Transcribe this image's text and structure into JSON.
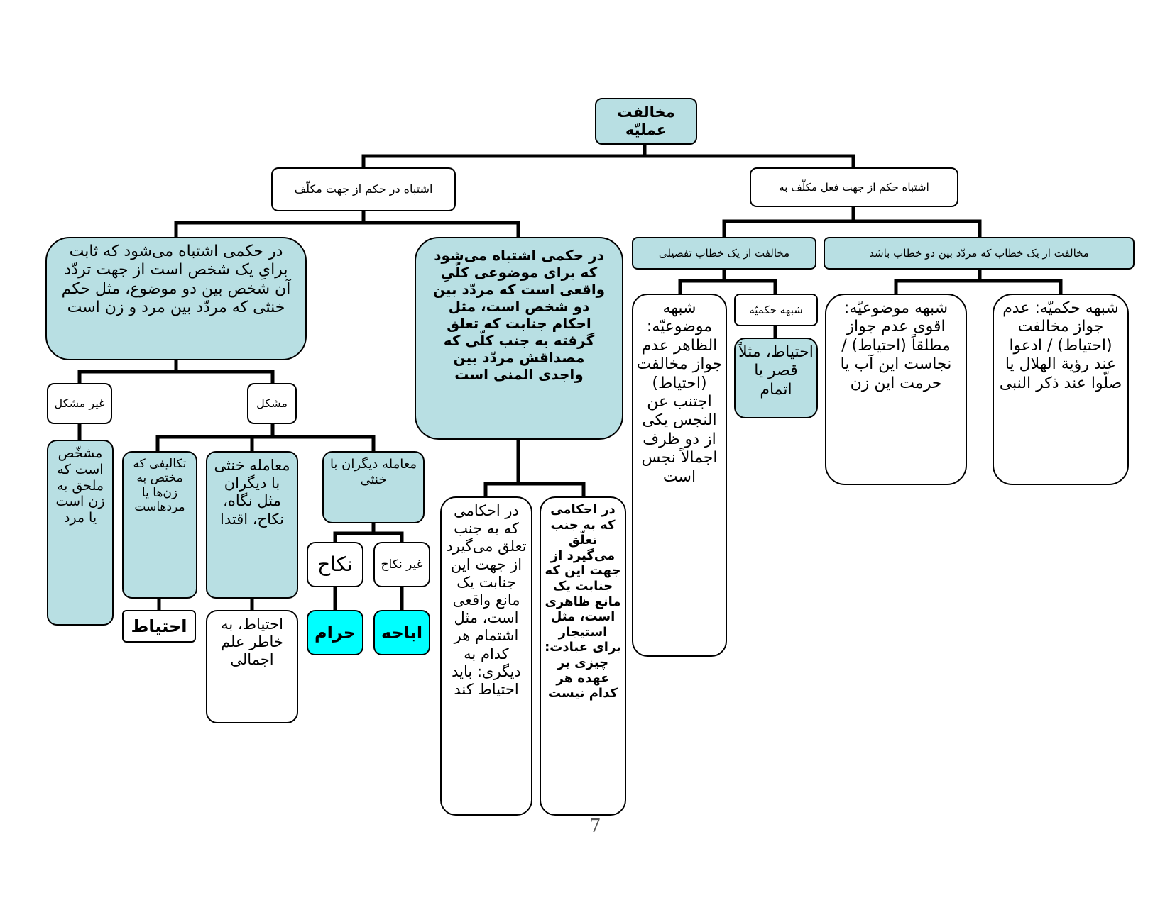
{
  "nodes": {
    "root": "مخالفت عمليّه",
    "mukallaf_side": "اشتباه در حکم از جهت مکلّف",
    "fil_side": "اشتباه حکم از جهت فعل مکلّف به",
    "dual_kholli": "در حکمی اشتباه می‌شود که ثابت برایِ یک شخص است از جهت تردّد آن شخص بین دو موضوع، مثل حکم خنثی که مردّد بین مرد و زن است",
    "janabat_desc": "در حکمی اشتباه می‌شود که برای موضوعی کلّیِ واقعی است که مردّد بین دو شخص است، مثل احکام جنابت که تعلق گرفته به جنب کلّی که مصداقش مردّد بین واجدی المنی است",
    "tafsili": "مخالفت از یک خطاب تفصیلی",
    "dual_khitab": "مخالفت از یک خطاب که مردّد بین دو خطاب باشد",
    "mawdu_tafsili": "شبهه موضوعیّه: الظاهر عدم جواز مخالفت (احتیاط) اجتنب عن النجس یکی از دو ظرف اجمالاً نجس است",
    "hukmi_tafsili": "شبهه حکمیّه",
    "hukmi_tafsili_result": "احتیاط، مثلاً قصر یا اتمام",
    "mawdu_dual": "شبهه موضوعیّه: اقوی عدم جواز مطلقاً (احتیاط) / نجاست این آب یا حرمت این زن",
    "hukmi_dual": "شبهه حکمیّه: عدم جواز مخالفت (احتیاط) / ادعوا عند رؤية الهلال یا صلّوا عند ذکر النبی",
    "ghair_mushkil": "غیر مشکل",
    "mushkil": "مشکل",
    "mushakhas": "مشخّص است که ملحق به زن است یا مرد",
    "taklifi": "تکالیفی که مختص به زن‌ها یا مردهاست",
    "muamele_khunsa": "معامله خنثی با دیگران مثل نگاه، نکاح، اقتدا",
    "muamele_digaran": "معامله دیگران با خنثی",
    "ehtiyat1": "احتیاط",
    "ehtiyat_ilm": "احتیاط، به خاطر علم اجمالی",
    "nikah": "نکاح",
    "ghair_nikah": "غیر نکاح",
    "haram": "حرام",
    "ibaha": "اباحه",
    "ahkam_wuqi": "در احکامی که به جنب تعلق می‌گیرد از جهت این جنابت یک مانع واقعی است، مثل اشتمام هر کدام به دیگری: باید احتیاط کند",
    "ahkam_zahiri": "در احکامی که به جنب تعلّق می‌گیرد از جهت این که جنابت یک مانع ظاهری است، مثل استیجار برای عبادت: چیزی بر عهده هر کدام نیست"
  },
  "page_number": "7",
  "colors": {
    "teal": "#b8dfe3",
    "cyan": "#00ffff",
    "line": "#000000"
  }
}
